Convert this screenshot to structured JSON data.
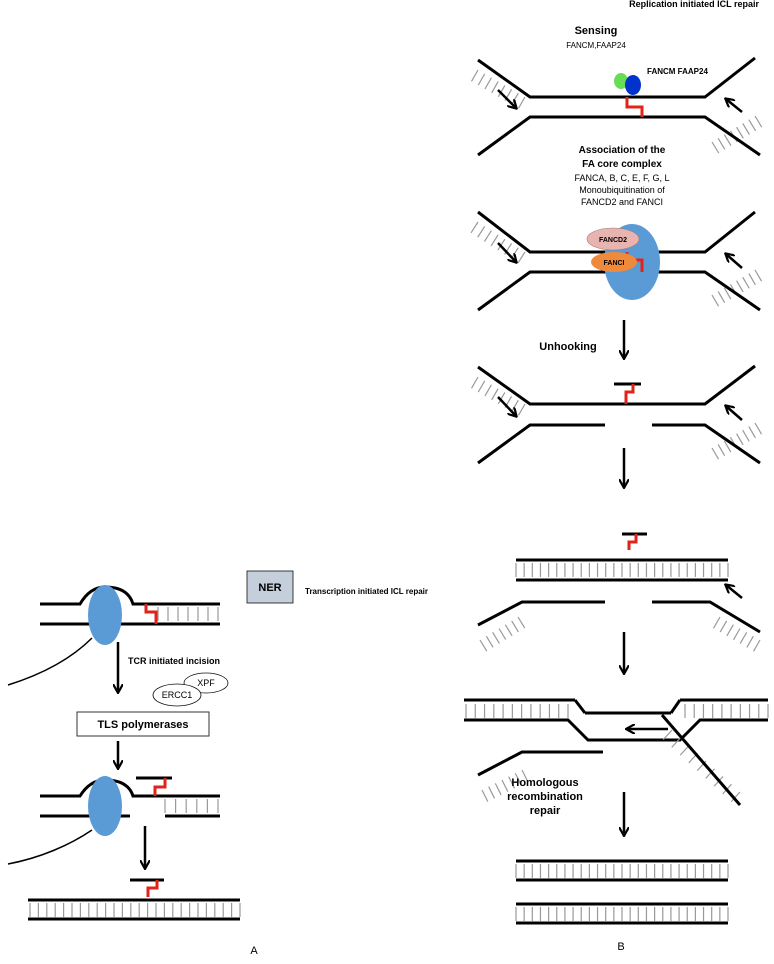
{
  "panel_b": {
    "title": "Replication initiated ICL repair",
    "sensing": "Sensing",
    "sensing_proteins": "FANCM,FAAP24",
    "fancm_label": "FANCM FAAP24",
    "association_line1": "Association of the",
    "association_line2": "FA core complex",
    "association_line3": "FANCA, B, C, E, F, G, L",
    "association_line4": "Monoubiquitination of",
    "association_line5": "FANCD2 and FANCI",
    "fancd2": "FANCD2",
    "fanci": "FANCI",
    "unhooking": "Unhooking",
    "hr_line1": "Homologous",
    "hr_line2": "recombination",
    "hr_line3": "repair",
    "letter": "B"
  },
  "panel_a": {
    "ner": "NER",
    "title": "Transcription initiated ICL repair",
    "tcr": "TCR initiated incision",
    "xpf": "XPF",
    "ercc1": "ERCC1",
    "tls": "TLS polymerases",
    "letter": "A"
  },
  "colors": {
    "ner_box": "#c5cfdc",
    "rna_pol": "#5b9bd5",
    "fancm": "#0033cc",
    "faap24": "#66dd55",
    "fancd2": "#e8b4b0",
    "fanci": "#ef8a3c",
    "icl": "#e2231a"
  }
}
